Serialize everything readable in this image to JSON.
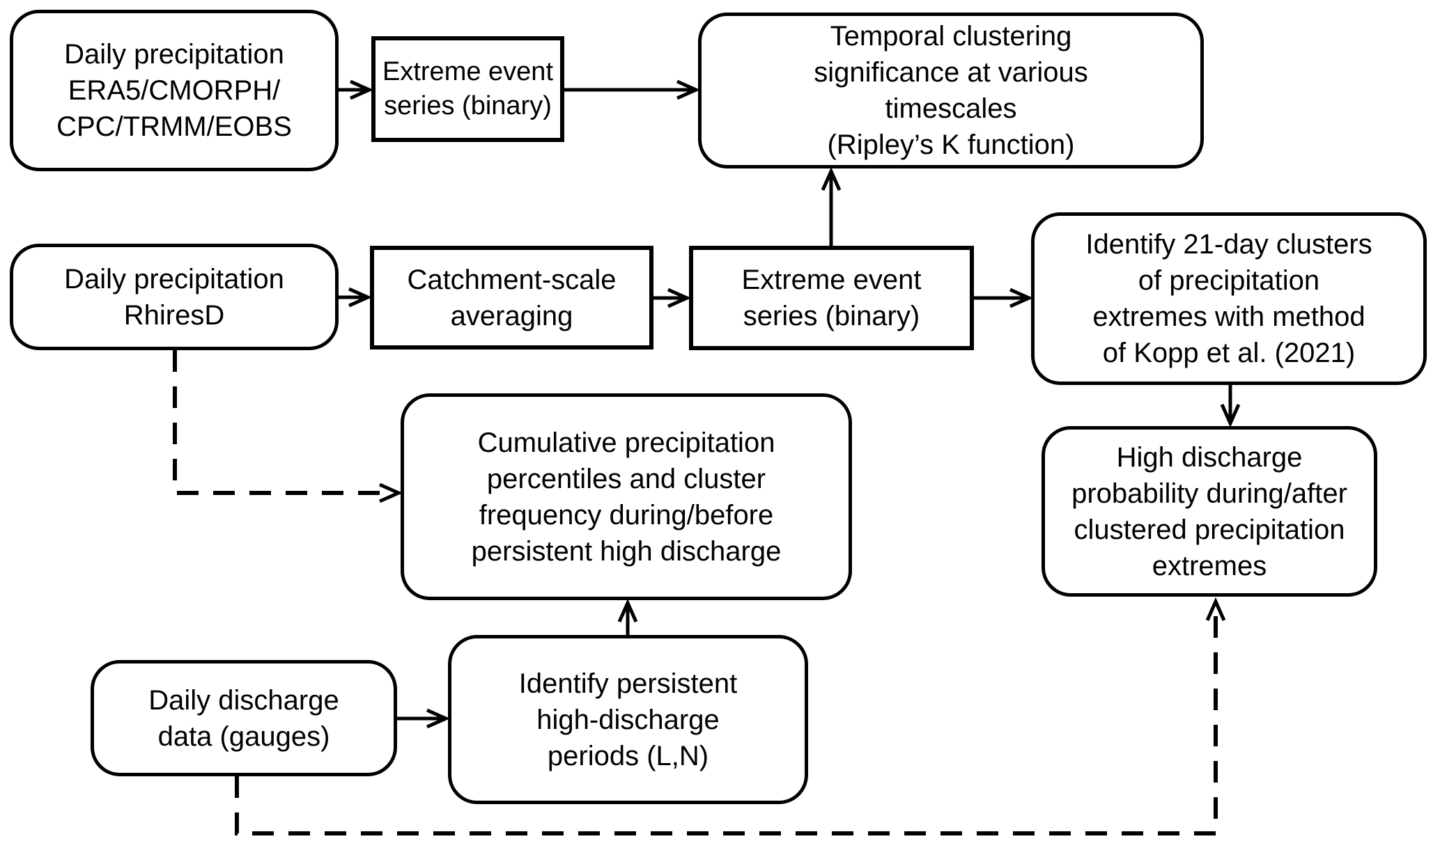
{
  "figure": {
    "background": "#ffffff",
    "ink_color": "#000000",
    "type": "flowchart"
  },
  "nodes": {
    "precip_global": {
      "shape": "rounded",
      "lines": [
        "Daily precipitation",
        "ERA5/CMORPH/",
        "CPC/TRMM/EOBS"
      ]
    },
    "extreme_series_top": {
      "shape": "rect",
      "lines": [
        "Extreme event",
        "series (binary)"
      ]
    },
    "temporal_clustering": {
      "shape": "rounded",
      "lines": [
        "Temporal clustering",
        "significance at various",
        "timescales",
        "(Ripley’s K function)"
      ]
    },
    "precip_rhiresd": {
      "shape": "rounded",
      "lines": [
        "Daily precipitation",
        "RhiresD"
      ]
    },
    "catchment_averaging": {
      "shape": "rect",
      "lines": [
        "Catchment-scale",
        "averaging"
      ]
    },
    "extreme_series_mid": {
      "shape": "rect",
      "lines": [
        "Extreme event",
        "series (binary)"
      ]
    },
    "identify_clusters": {
      "shape": "rounded",
      "lines": [
        "Identify 21-day clusters",
        "of precipitation",
        "extremes with method",
        "of Kopp et al. (2021)"
      ]
    },
    "high_discharge": {
      "shape": "rounded",
      "lines": [
        "High discharge",
        "probability during/after",
        "clustered precipitation",
        "extremes"
      ]
    },
    "cumulative": {
      "shape": "rounded",
      "lines": [
        "Cumulative precipitation",
        "percentiles and cluster",
        "frequency during/before",
        "persistent high discharge"
      ]
    },
    "daily_discharge": {
      "shape": "rounded",
      "lines": [
        "Daily discharge",
        "data (gauges)"
      ]
    },
    "identify_persistent": {
      "shape": "rounded",
      "lines": [
        "Identify persistent",
        "high-discharge",
        "periods (L,N)"
      ]
    }
  },
  "edges": [
    {
      "from": "precip_global",
      "to": "extreme_series_top",
      "style": "solid"
    },
    {
      "from": "extreme_series_top",
      "to": "temporal_clustering",
      "style": "solid"
    },
    {
      "from": "extreme_series_mid",
      "to": "temporal_clustering",
      "style": "solid"
    },
    {
      "from": "precip_rhiresd",
      "to": "catchment_averaging",
      "style": "solid"
    },
    {
      "from": "catchment_averaging",
      "to": "extreme_series_mid",
      "style": "solid"
    },
    {
      "from": "extreme_series_mid",
      "to": "identify_clusters",
      "style": "solid"
    },
    {
      "from": "identify_clusters",
      "to": "high_discharge",
      "style": "solid"
    },
    {
      "from": "precip_rhiresd",
      "to": "cumulative",
      "style": "dashed"
    },
    {
      "from": "identify_persistent",
      "to": "cumulative",
      "style": "solid"
    },
    {
      "from": "daily_discharge",
      "to": "identify_persistent",
      "style": "solid"
    },
    {
      "from": "daily_discharge",
      "to": "high_discharge",
      "style": "dashed"
    }
  ]
}
